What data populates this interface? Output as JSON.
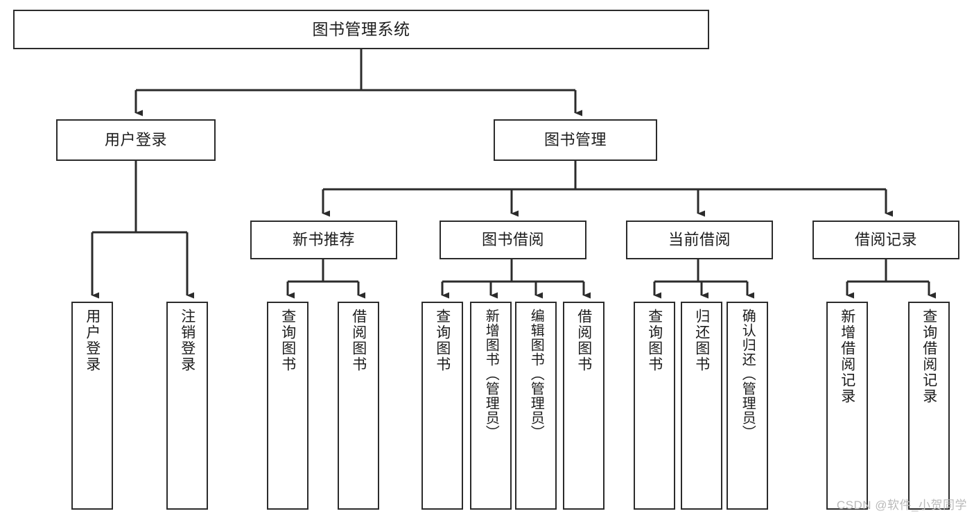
{
  "diagram": {
    "type": "tree",
    "title": "图书管理系统",
    "orientation": "top-down",
    "colors": {
      "box_border": "#2b2b2b",
      "box_fill": "#ffffff",
      "connector": "#2b2b2b",
      "text": "#1c1c1c",
      "watermark": "#b9b9b9",
      "background": "#ffffff"
    }
  },
  "root": {
    "label": "图书管理系统"
  },
  "level2": [
    {
      "label": "用户登录"
    },
    {
      "label": "图书管理"
    }
  ],
  "level3": [
    {
      "label": "新书推荐"
    },
    {
      "label": "图书借阅"
    },
    {
      "label": "当前借阅"
    },
    {
      "label": "借阅记录"
    }
  ],
  "leaves": {
    "user_login": [
      {
        "label": "用户登录"
      },
      {
        "label": "注销登录"
      }
    ],
    "new_book_recommend": [
      {
        "label": "查询图书"
      },
      {
        "label": "借阅图书"
      }
    ],
    "book_borrow": [
      {
        "label": "查询图书"
      },
      {
        "label": "新增图书（管理员）"
      },
      {
        "label": "编辑图书（管理员）"
      },
      {
        "label": "借阅图书"
      }
    ],
    "current_borrow": [
      {
        "label": "查询图书"
      },
      {
        "label": "归还图书"
      },
      {
        "label": "确认归还（管理员）"
      }
    ],
    "borrow_record": [
      {
        "label": "新增借阅记录"
      },
      {
        "label": "查询借阅记录"
      }
    ]
  },
  "watermark": {
    "text": "CSDN @软件_小贺同学"
  }
}
